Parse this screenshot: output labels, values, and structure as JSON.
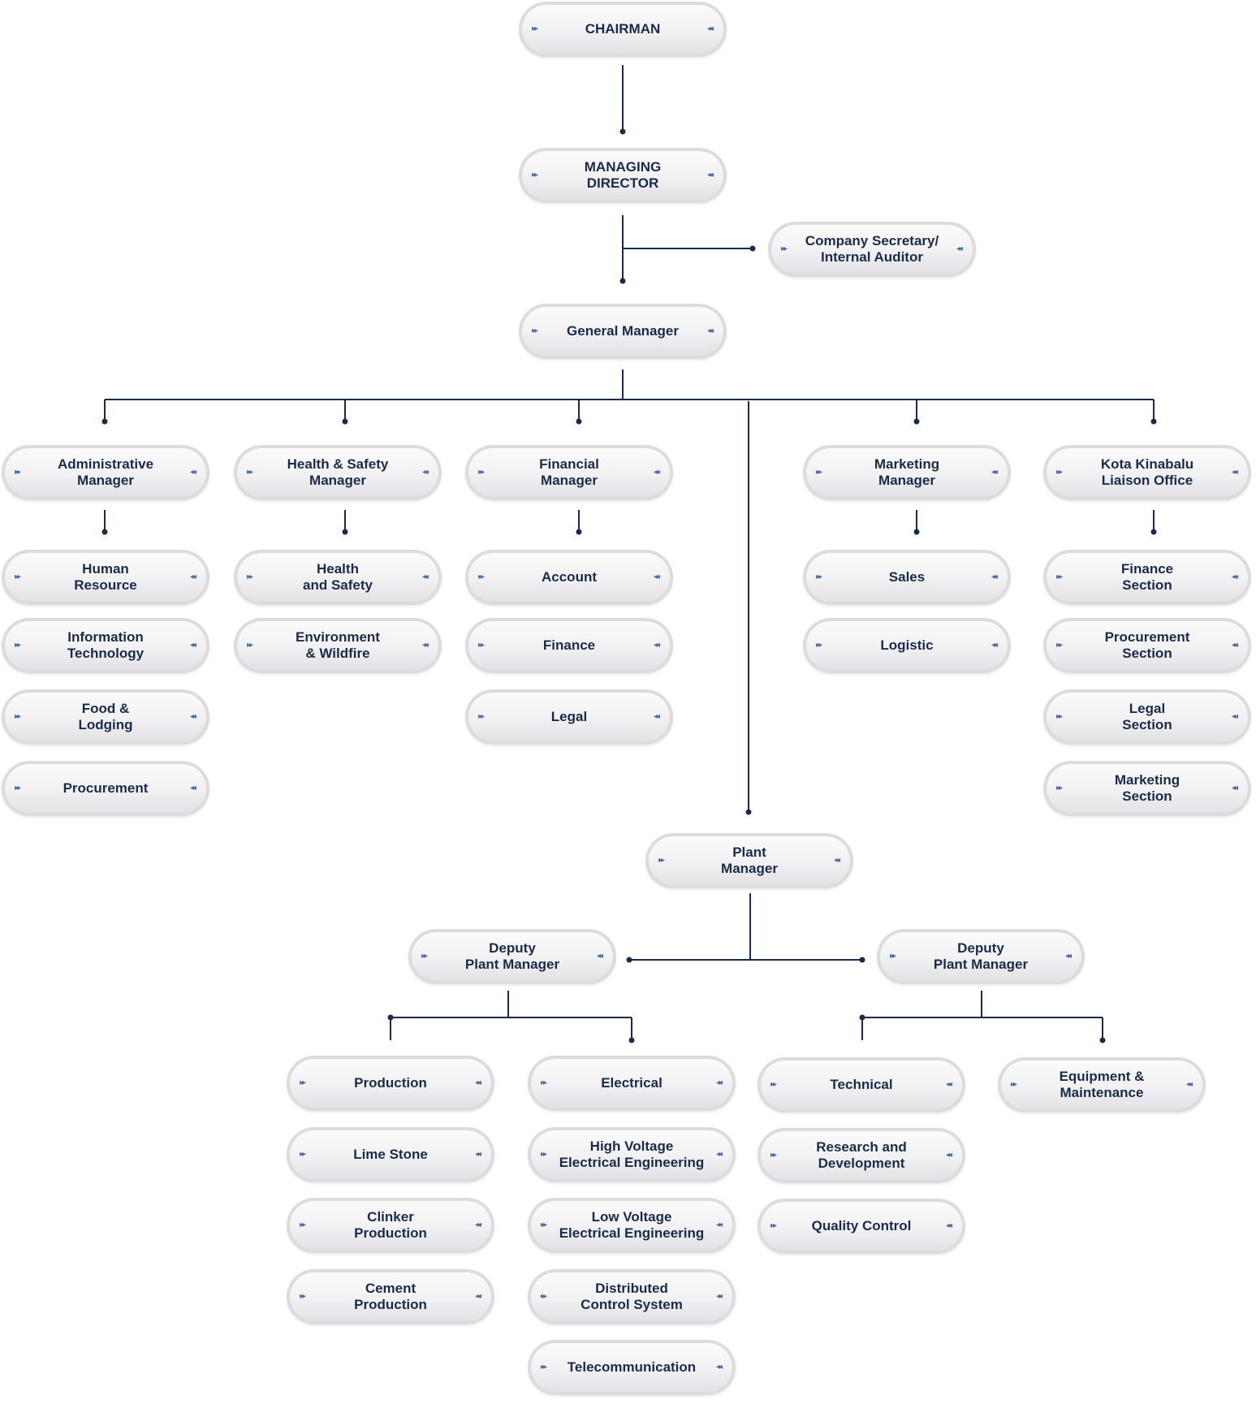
{
  "nodes": {
    "chairman": "CHAIRMAN",
    "managing_director": "MANAGING DIRECTOR",
    "company_secretary": "Company Secretary/\nInternal Auditor",
    "general_manager": "General Manager",
    "admin_manager": "Administrative\nManager",
    "hs_manager": "Health & Safety\nManager",
    "financial_manager": "Financial\nManager",
    "marketing_manager": "Marketing\nManager",
    "kk_liaison": "Kota Kinabalu\nLiaison Office",
    "human_resource": "Human\nResource",
    "information_technology": "Information\nTechnology",
    "food_lodging": "Food &\nLodging",
    "procurement": "Procurement",
    "health_safety": "Health\nand Safety",
    "environment_wildfire": "Environment\n& Wildfire",
    "account": "Account",
    "finance": "Finance",
    "legal": "Legal",
    "sales": "Sales",
    "logistic": "Logistic",
    "finance_section": "Finance\nSection",
    "procurement_section": "Procurement\nSection",
    "legal_section": "Legal\nSection",
    "marketing_section": "Marketing\nSection",
    "plant_manager": "Plant\nManager",
    "deputy_left": "Deputy\nPlant Manager",
    "deputy_right": "Deputy\nPlant Manager",
    "production": "Production",
    "lime_stone": "Lime Stone",
    "clinker_production": "Clinker\nProduction",
    "cement_production": "Cement\nProduction",
    "electrical": "Electrical",
    "high_voltage": "High Voltage\nElectrical Engineering",
    "low_voltage": "Low Voltage\nElectrical Engineering",
    "distributed_control": "Distributed\nControl System",
    "telecommunication": "Telecommunication",
    "technical": "Technical",
    "research_development": "Research and\nDevelopment",
    "quality_control": "Quality Control",
    "equipment_maintenance": "Equipment &\nMaintenance"
  },
  "colors": {
    "line": "#1a2b4a",
    "text": "#1a2b4a",
    "arrow": "#4a6fa8"
  },
  "icons": {
    "left": "double-chevron-right-icon",
    "right": "double-chevron-left-icon"
  }
}
